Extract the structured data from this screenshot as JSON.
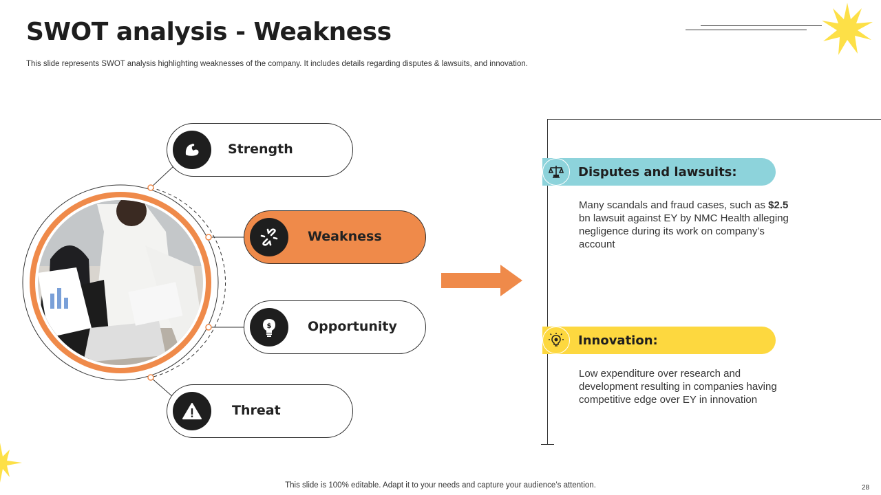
{
  "slide": {
    "title": "SWOT analysis - Weakness",
    "subtitle": "This slide represents SWOT analysis highlighting weaknesses of the company. It includes details regarding disputes & lawsuits, and innovation.",
    "footer": "This slide is 100% editable. Adapt it to your needs and capture your audience’s attention.",
    "page_number": "28"
  },
  "swot": {
    "items": [
      {
        "label": "Strength",
        "icon": "flexed-arm-icon"
      },
      {
        "label": "Weakness",
        "icon": "broken-link-icon",
        "active": true
      },
      {
        "label": "Opportunity",
        "icon": "lightbulb-dollar-icon"
      },
      {
        "label": "Threat",
        "icon": "warning-icon"
      }
    ]
  },
  "details": {
    "disputes": {
      "title": "Disputes and lawsuits:",
      "text_before": "Many scandals and fraud cases, such as",
      "highlight": "$2.5",
      "text_after": "bn lawsuit against EY by NMC Health alleging negligence during its work on company’s account",
      "icon": "scales-icon"
    },
    "innovation": {
      "title": "Innovation:",
      "text": "Low expenditure over research and development resulting in companies having competitive edge over EY in innovation",
      "icon": "lightbulb-gear-icon"
    }
  },
  "colors": {
    "accent_orange": "#ef8a4a",
    "teal": "#8dd3db",
    "yellow": "#fdd83f",
    "star_yellow": "#fde047",
    "dark": "#1e1e1e"
  }
}
